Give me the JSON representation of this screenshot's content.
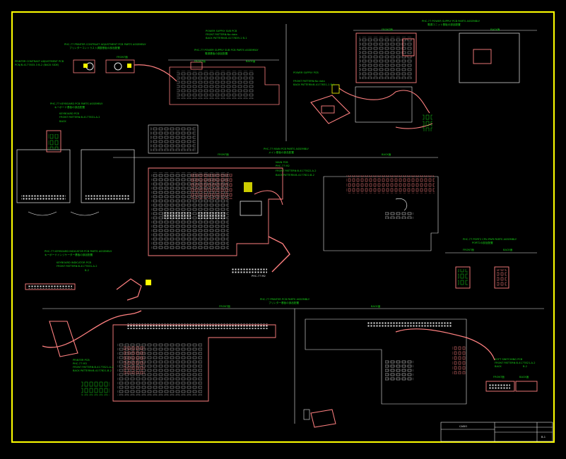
{
  "colors": {
    "background": "#000000",
    "border": "#ffff00",
    "board_line": "#ff8080",
    "label_text": "#19d419",
    "note_text": "#e8e8e8"
  },
  "labels": {
    "printer_contrast_title": "PHC-77 PRINTER CONTRAST ADJUSTMENT PCB PARTS ASSEMBLY",
    "printer_contrast_sub": "プリンターコントラスト調整基板の部品配置",
    "printer_contrast_pcb": "PRINTER CONTRAST ADJUSTMENT PCB",
    "printer_contrast_pattern": "PCN/B-4177833-3  B-2 (BACK SIDE)",
    "power_sub_title": "POWER SUPPLY SUB PCB",
    "power_sub_front": "FRONT  PATTERN:No data",
    "power_sub_back": "BACK  PATTERN:B-4177839-1 B-1",
    "power_sub_assembly": "PHC-77 POWER SUPPLY SUB PCB PARTS ASSEMBLY",
    "power_sub_assembly_sub": "電源基板の部品配置",
    "power_supply_title": "PHC-77 POWER SUPPLY PCB PARTS ASSEMBLY",
    "power_supply_sub": "電源ユニット基板の部品配置",
    "power_supply_pcb": "POWER SUPPLY PCB",
    "power_supply_front": "FRONT  PATTERN:No data",
    "power_supply_back": "BACK  PATTERN:B-4177831-1 B-1",
    "keyboard_title": "PHC-77 KEYBOARD PCB PARTS ASSEMBLY",
    "keyboard_sub": "キーボード基板の部品配置",
    "keyboard_pcb": "KEYBOARD PCB",
    "keyboard_front": "FRONT  PATTERN:B-4177831-A-2",
    "keyboard_back": "BACK",
    "main_title": "PHC-77 MAIN PCB PARTS ASSEMBLY",
    "main_sub": "メイン基板の部品配置",
    "main_pcb": "MAIN PCB",
    "main_model": "PHC-77 M2",
    "main_front": "FRONT PATTERN:B-4177822-A-2",
    "main_back": "BACK PATTERN:B-4177822-B-2",
    "kbind_title": "PHC-77 KEYBOARD INDICATOR PCB PARTS ASSEMBLY",
    "kbind_sub": "キーボードインジケーター基板の部品配置",
    "kbind_pcb": "KEYBOARD INDICATOR PCB",
    "kbind_front": "FRONT  PATTERN:B-4177831-A-2",
    "kbind_back": "B-2",
    "port_title": "PHC-77 PORT2 CPU-PWR PARTS ASSEMBLY",
    "port_sub": "PORT2の部品配置",
    "printer_title": "PHC-77 PRINTER PCB PARTS ASSEMBLY",
    "printer_sub": "プリンター基板の部品配置",
    "printer_pcb": "PRINTER PCB",
    "printer_model": "PHC-77 M3",
    "printer_front": "FRONT  PATTERN:B-4177821-A-2",
    "printer_back": "BACK  PATTERN:B-4177821-B-2",
    "soft_title": "SOFT SWITCHING PCB",
    "soft_front": "FRONT  PATTERN:B-4177821-A-2",
    "soft_back": "BACK",
    "soft_rev": "B-2",
    "front": "FRONT面",
    "back": "BACK面",
    "board_tag": "PHC-77 M2",
    "title_block_box": "CASIO",
    "revision": "B-1"
  }
}
